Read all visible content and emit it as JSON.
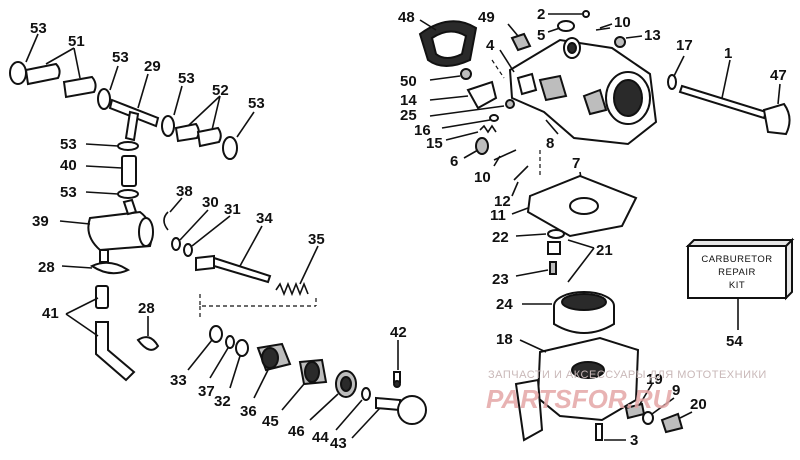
{
  "callouts": {
    "c53a": "53",
    "c51": "51",
    "c53b": "53",
    "c29": "29",
    "c53c": "53",
    "c52": "52",
    "c53d": "53",
    "c53e": "53",
    "c40": "40",
    "c53f": "53",
    "c38": "38",
    "c30": "30",
    "c31": "31",
    "c34": "34",
    "c35": "35",
    "c39": "39",
    "c28a": "28",
    "c41": "41",
    "c28b": "28",
    "c33": "33",
    "c37": "37",
    "c32": "32",
    "c36": "36",
    "c45": "45",
    "c46": "46",
    "c44": "44",
    "c43": "43",
    "c42": "42",
    "c48": "48",
    "c49": "49",
    "c2": "2",
    "c10a": "10",
    "c5": "5",
    "c13": "13",
    "c4": "4",
    "c17": "17",
    "c1": "1",
    "c47": "47",
    "c50": "50",
    "c14": "14",
    "c25": "25",
    "c16": "16",
    "c15": "15",
    "c6": "6",
    "c8": "8",
    "c10b": "10",
    "c7": "7",
    "c12": "12",
    "c11": "11",
    "c22": "22",
    "c21": "21",
    "c23": "23",
    "c24": "24",
    "c18": "18",
    "c19": "19",
    "c9": "9",
    "c20": "20",
    "c3": "3",
    "c54": "54"
  },
  "kit_box": {
    "line1": "CARBURETOR",
    "line2": "REPAIR",
    "line3": "KIT"
  },
  "watermark": {
    "caption": "ЗАПЧАСТИ И АКСЕССУАРЫ ДЛЯ МОТОТЕХНИКИ",
    "brand": "PARTSFOR.RU"
  }
}
